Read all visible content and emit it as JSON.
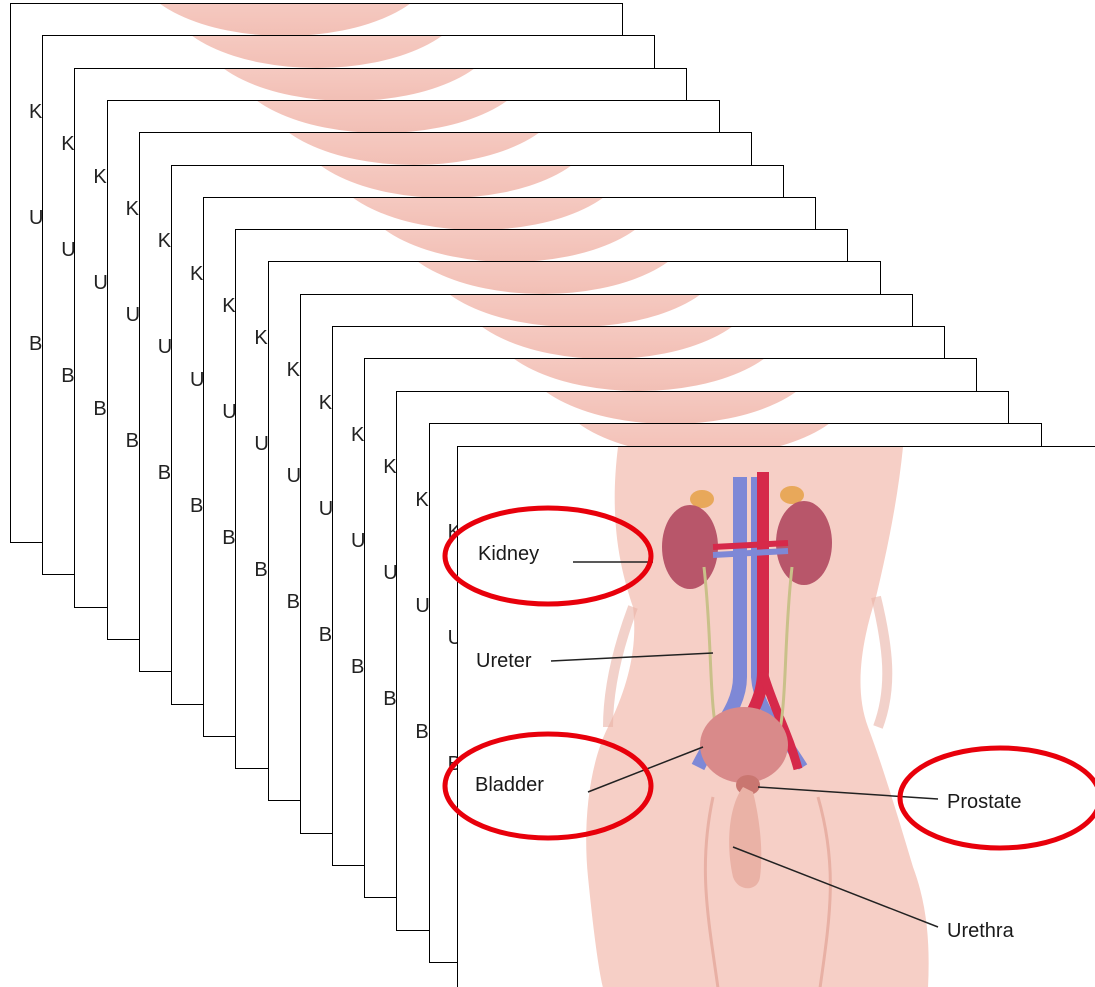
{
  "stack": {
    "count": 14,
    "letters": [
      "K",
      "U",
      "B"
    ]
  },
  "diagram": {
    "labels": {
      "kidney": "Kidney",
      "ureter": "Ureter",
      "bladder": "Bladder",
      "prostate": "Prostate",
      "urethra": "Urethra"
    },
    "highlighted": [
      "Kidney",
      "Bladder",
      "Prostate"
    ]
  },
  "colors": {
    "skin": "#f6cfc6",
    "skin_shadow": "#eab2a6",
    "kidney": "#b8566a",
    "artery": "#d6294a",
    "vein": "#7e88d6",
    "bladder": "#d98a8a",
    "highlight_ring": "#e8000b"
  }
}
